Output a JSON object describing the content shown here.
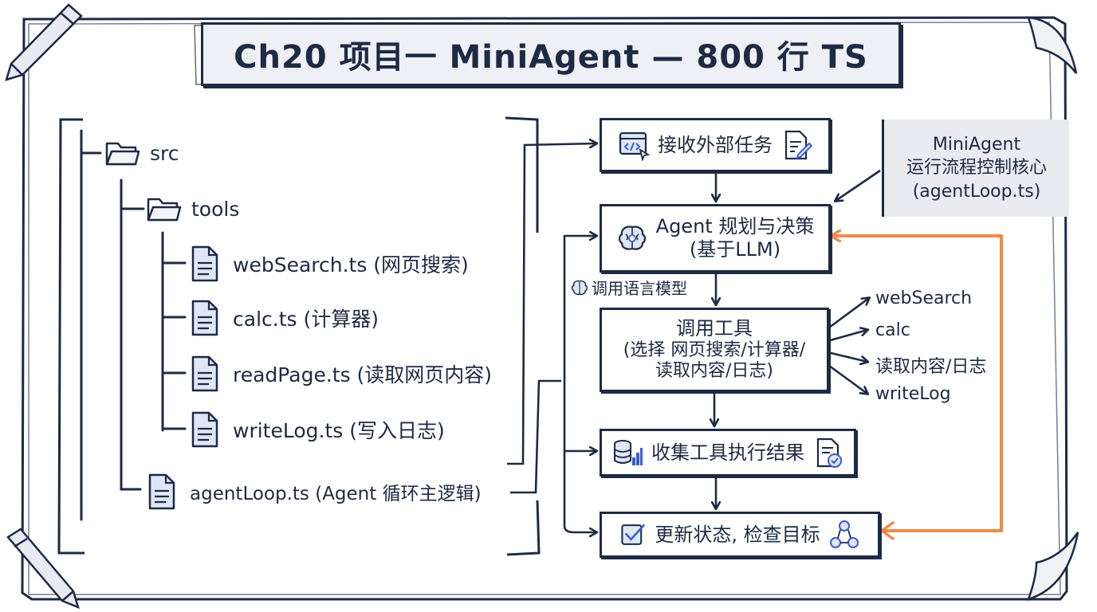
{
  "title": "Ch20 项目一 MiniAgent — 800 行 TS",
  "tree": {
    "src": "src",
    "tools": "tools",
    "files": [
      {
        "name": "webSearch.ts (网页搜索)"
      },
      {
        "name": "calc.ts (计算器)"
      },
      {
        "name": "readPage.ts (读取网页内容)"
      },
      {
        "name": "writeLog.ts (写入日志)"
      }
    ],
    "agent_loop": "agentLoop.ts (Agent 循环主逻辑)"
  },
  "flow": {
    "receive": "接收外部任务",
    "plan_line1": "Agent 规划与决策",
    "plan_line2": "(基于LLM)",
    "llm_label": "调用语言模型",
    "tools_line1": "调用工具",
    "tools_line2": "(选择 网页搜索/计算器/",
    "tools_line3": "读取内容/日志)",
    "collect": "收集工具执行结果",
    "update": "更新状态, 检查目标"
  },
  "tool_outputs": [
    "webSearch",
    "calc",
    "读取内容/日志",
    "writeLog"
  ],
  "note": {
    "line1": "MiniAgent",
    "line2": "运行流程控制核心",
    "line3": "(agentLoop.ts)"
  },
  "colors": {
    "ink": "#1d2a44",
    "loop_arrow": "#f08a4b",
    "icon_fill": "#dfe6f5",
    "icon_accent": "#3b5bd6"
  },
  "icons": {
    "folder": "folder-icon",
    "file": "file-icon",
    "browser_code": "browser-code-icon",
    "doc_edit": "document-edit-icon",
    "brain": "brain-icon",
    "database_chart": "database-chart-icon",
    "doc_check": "document-check-icon",
    "checkbox": "checkbox-icon",
    "cycle": "cycle-nodes-icon"
  }
}
